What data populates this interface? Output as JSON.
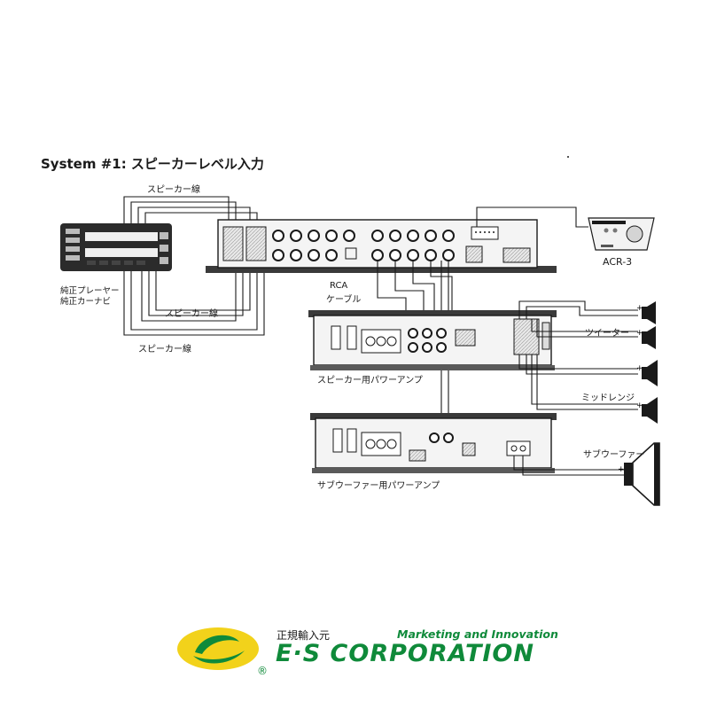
{
  "title": "System #1:  スピーカーレベル入力",
  "labels": {
    "speaker_wire_top": "スピーカー線",
    "speaker_wire_mid": "スピーカー線",
    "speaker_wire_bottom": "スピーカー線",
    "head_unit_line1": "純正プレーヤー",
    "head_unit_line2": "純正カーナビ",
    "rca_line1": "RCA",
    "rca_line2": "ケーブル",
    "acr3": "ACR-3",
    "tweeter": "ツイーター",
    "midrange": "ミッドレンジ",
    "subwoofer": "サブウーファー",
    "speaker_amp": "スピーカー用パワーアンプ",
    "sub_amp": "サブウーファー用パワーアンプ"
  },
  "footer": {
    "tagline": "正規輸入元",
    "marketing": "Marketing and Innovation",
    "corporation": "E·S CORPORATION",
    "registered": "®"
  },
  "colors": {
    "line": "#1a1a1a",
    "device_fill": "#f2f2f2",
    "device_dark": "#2b2b2b",
    "brand_green": "#0f8a3a",
    "brand_yellow": "#f2d21b"
  }
}
